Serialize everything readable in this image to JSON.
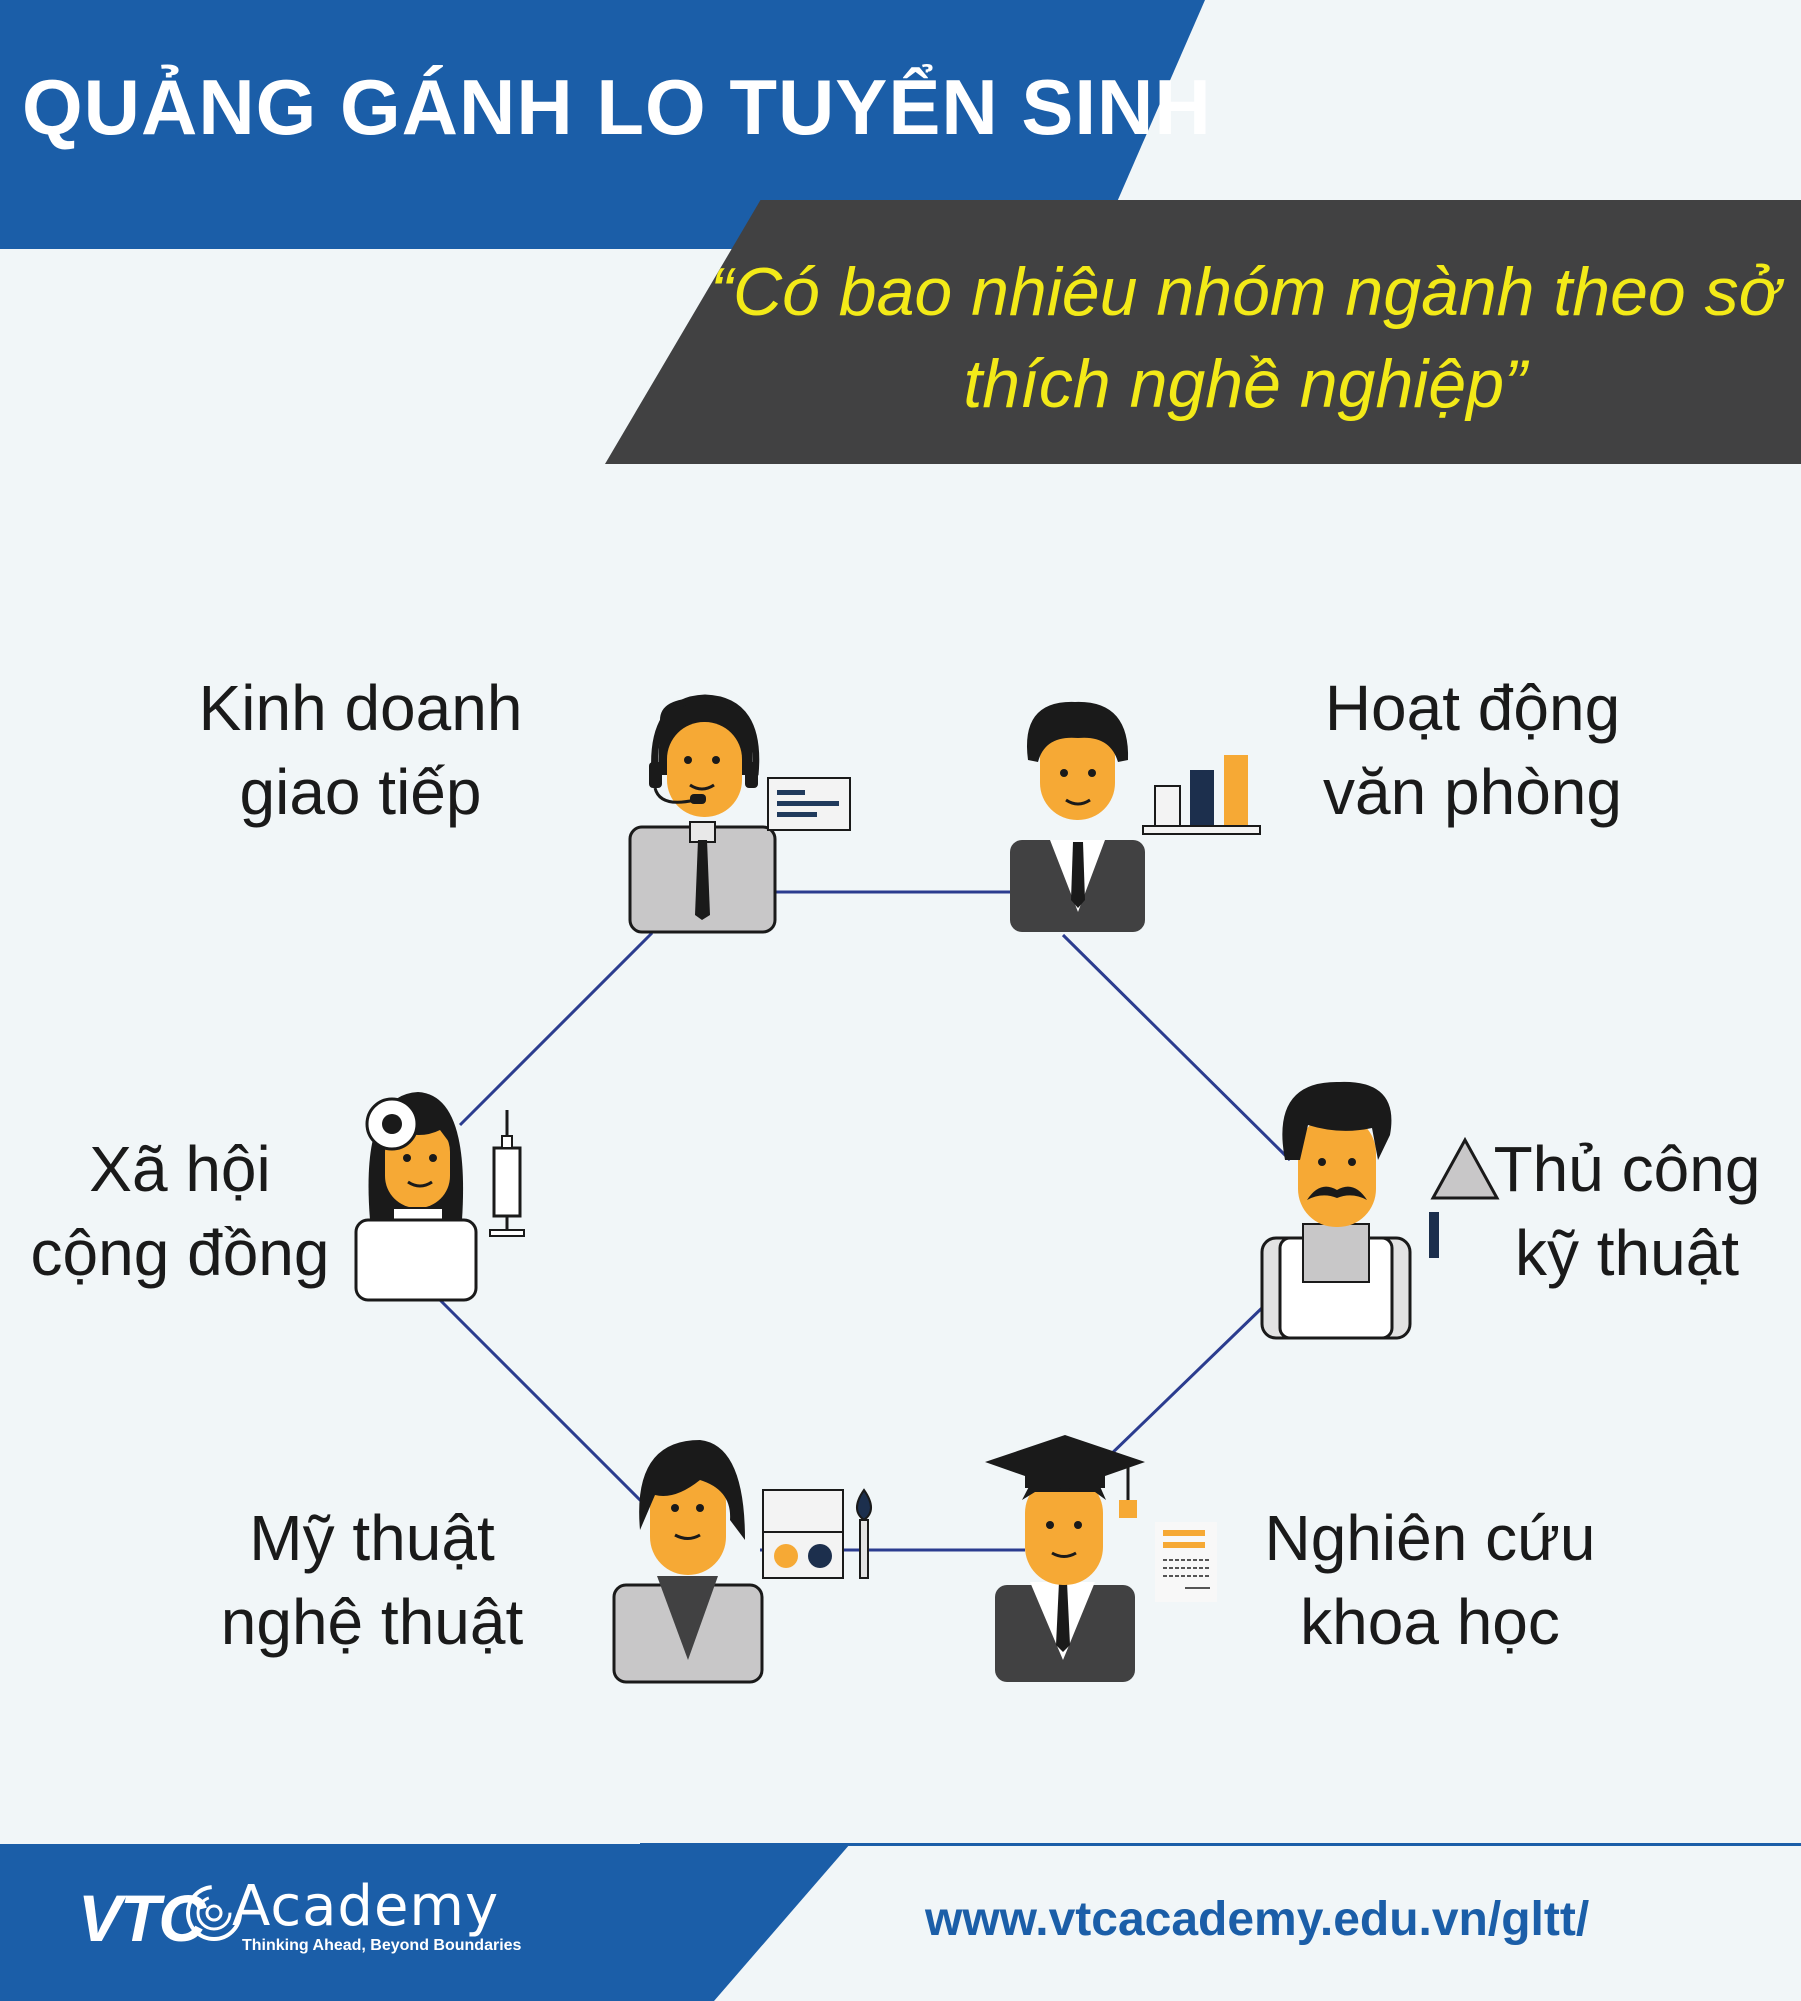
{
  "header": {
    "title": "QUẢNG GÁNH LO TUYỂN SINH",
    "question": "“Có bao nhiêu nhóm ngành theo sở thích nghề nghiệp”"
  },
  "categories": [
    {
      "line1": "Kinh doanh",
      "line2": "giao tiếp",
      "icon": "call-center-person-icon"
    },
    {
      "line1": "Hoạt động",
      "line2": "văn phòng",
      "icon": "office-person-icon"
    },
    {
      "line1": "Xã hội",
      "line2": "cộng đồng",
      "icon": "nurse-person-icon"
    },
    {
      "line1": "Thủ công",
      "line2": "kỹ thuật",
      "icon": "craftsman-person-icon"
    },
    {
      "line1": "Mỹ thuật",
      "line2": "nghệ thuật",
      "icon": "artist-person-icon"
    },
    {
      "line1": "Nghiên cứu",
      "line2": "khoa học",
      "icon": "graduate-person-icon"
    }
  ],
  "footer": {
    "logo_vtc": "VTC",
    "logo_academy": "Academy",
    "logo_tagline": "Thinking Ahead, Beyond Boundaries",
    "url": "www.vtcacademy.edu.vn/gltt/"
  },
  "colors": {
    "brand_blue": "#1b5ea8",
    "dark_band": "#414142",
    "quote_yellow": "#f3ea18",
    "skin": "#f6a935",
    "hair": "#1a1a1a",
    "line": "#2b3c8f"
  }
}
